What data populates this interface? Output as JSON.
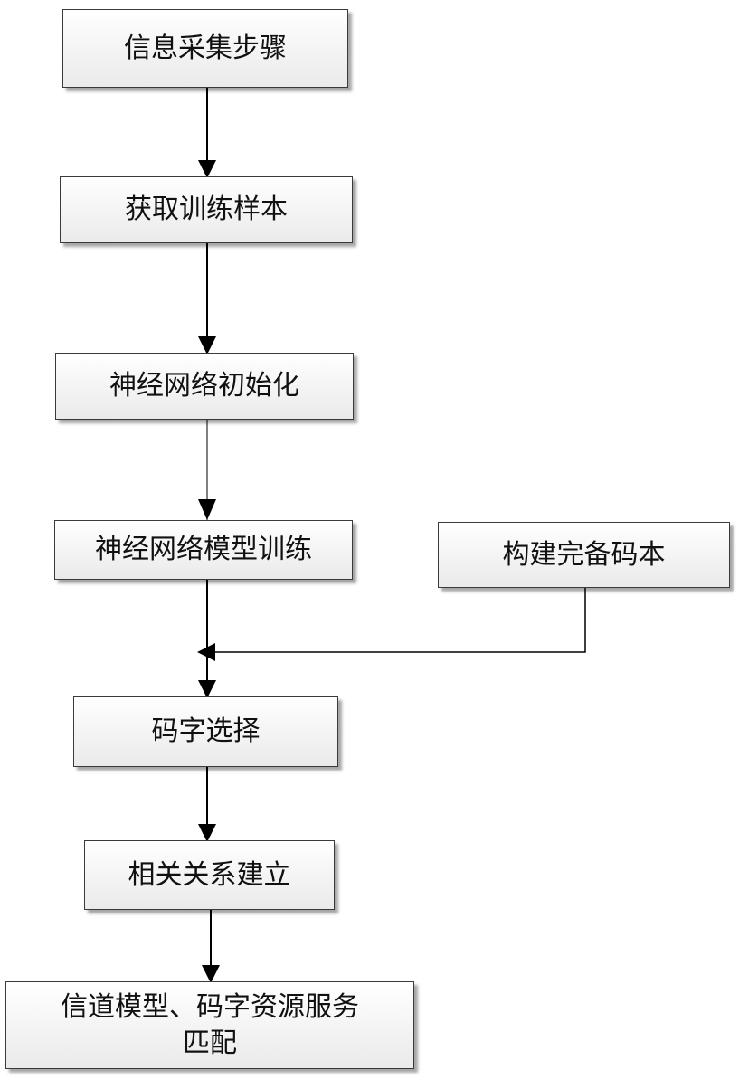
{
  "steps": {
    "info_collection": "信息采集步骤",
    "get_samples": "获取训练样本",
    "nn_init": "神经网络初始化",
    "nn_training": "神经网络模型训练",
    "build_codebook": "构建完备码本",
    "codeword_select": "码字选择",
    "correlation": "相关关系建立",
    "channel_match_line1": "信道模型、码字资源服务",
    "channel_match_line2": "匹配"
  }
}
